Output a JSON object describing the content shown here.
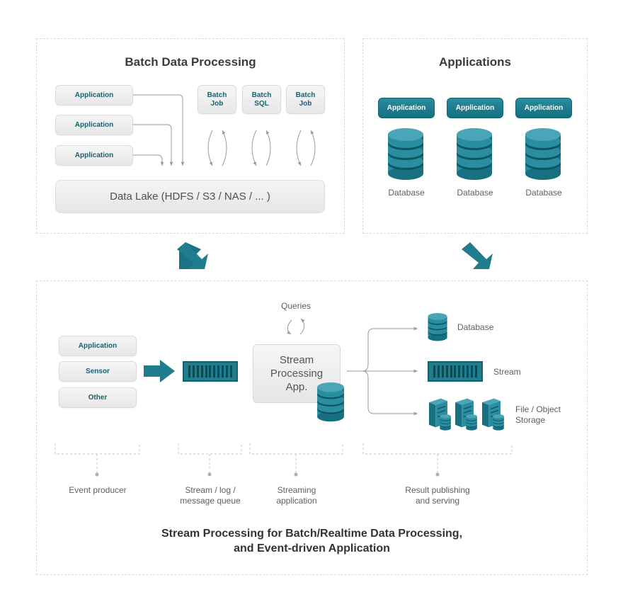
{
  "batch": {
    "title": "Batch Data Processing",
    "applications": [
      "Application",
      "Application",
      "Application"
    ],
    "jobs": [
      "Batch\nJob",
      "Batch\nSQL",
      "Batch\nJob"
    ],
    "datalake": "Data Lake (HDFS / S3 / NAS / ... )"
  },
  "apps": {
    "title": "Applications",
    "items": [
      {
        "app": "Application",
        "db": "Database"
      },
      {
        "app": "Application",
        "db": "Database"
      },
      {
        "app": "Application",
        "db": "Database"
      }
    ]
  },
  "stream": {
    "producers": [
      "Application",
      "Sensor",
      "Other"
    ],
    "queries_label": "Queries",
    "processor": "Stream\nProcessing\nApp.",
    "outputs": {
      "database": "Database",
      "stream": "Stream",
      "storage": "File / Object\nStorage"
    },
    "captions": {
      "producer": "Event producer",
      "queue": "Stream / log /\nmessage queue",
      "app": "Streaming\napplication",
      "result": "Result publishing\nand serving"
    },
    "heading": "Stream Processing for Batch/Realtime Data Processing,\nand Event-driven Application"
  },
  "colors": {
    "teal": "#1f7d8d",
    "teal_dark": "#0f5b68",
    "gray_line": "#9a9a9a"
  }
}
